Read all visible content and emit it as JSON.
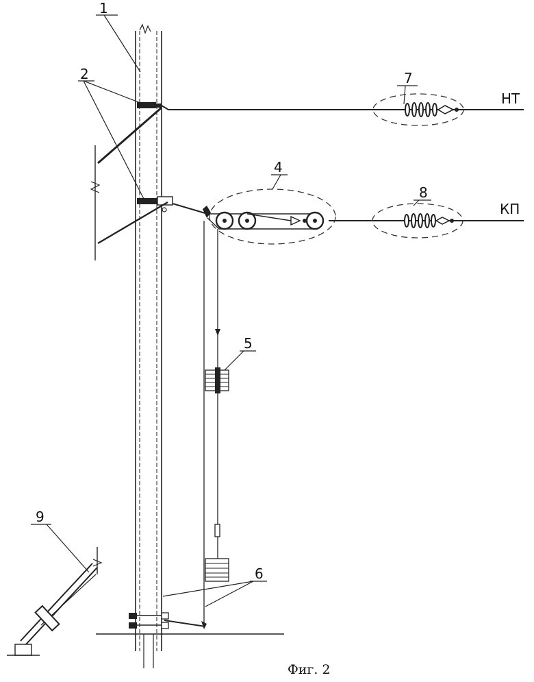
{
  "labels": {
    "l1": "1",
    "l2": "2",
    "l4": "4",
    "l5": "5",
    "l6": "6",
    "l7": "7",
    "l8": "8",
    "l9": "9",
    "nt": "НТ",
    "kp": "КП"
  },
  "caption": "Фиг. 2"
}
